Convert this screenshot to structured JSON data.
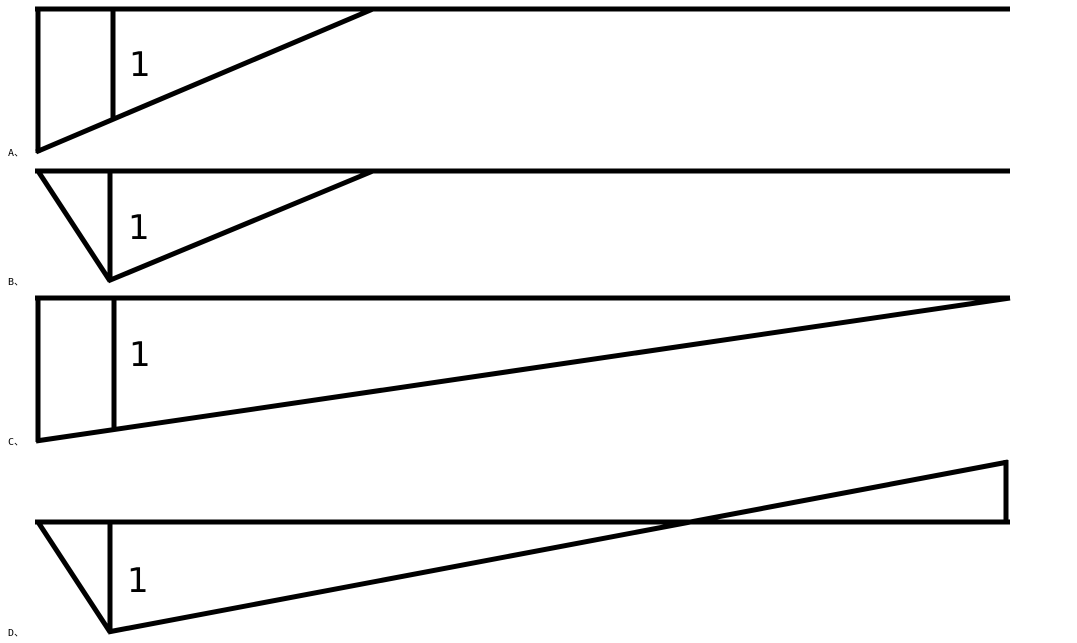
{
  "options": [
    {
      "letter": "A",
      "sep": "、",
      "label": "1"
    },
    {
      "letter": "B",
      "sep": "、",
      "label": "1"
    },
    {
      "letter": "C",
      "sep": "、",
      "label": "1"
    },
    {
      "letter": "D",
      "sep": "、",
      "label": "1"
    }
  ],
  "colors": {
    "line": "#000000",
    "text": "#000000",
    "background": "#ffffff"
  }
}
